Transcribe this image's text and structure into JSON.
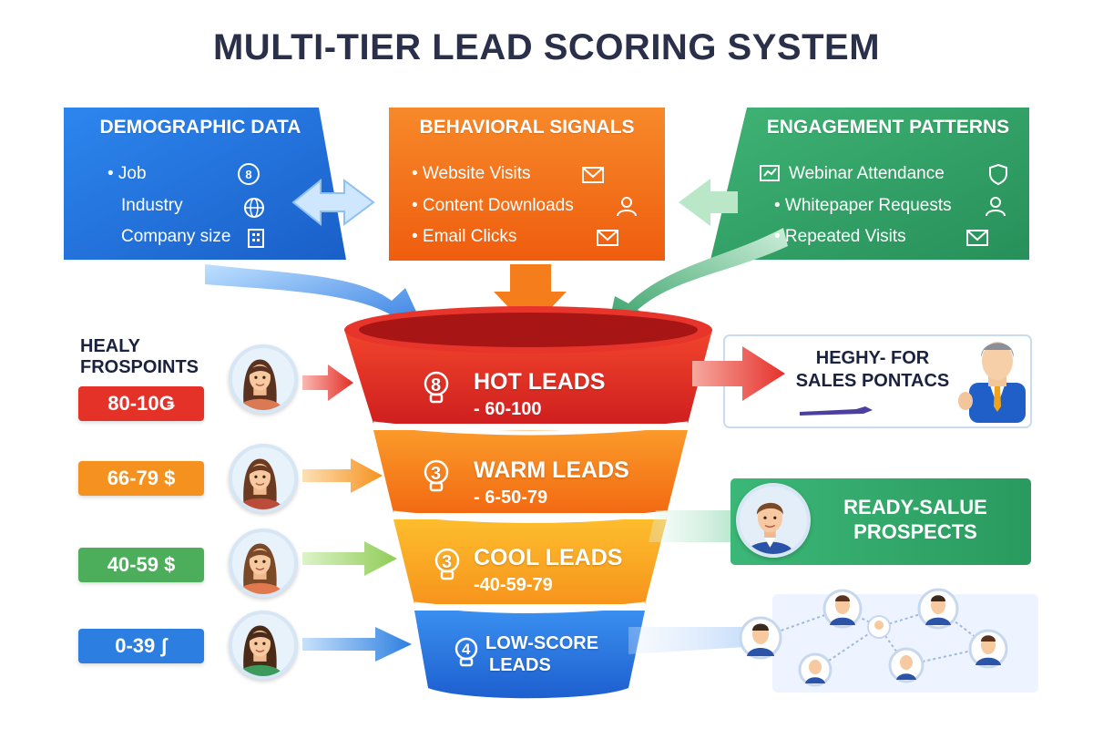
{
  "title": "MULTI-TIER LEAD SCORING SYSTEM",
  "panels": {
    "demographic": {
      "heading": "DEMOGRAPHIC DATA",
      "items": [
        "• Job",
        "Industry",
        "Company size"
      ],
      "color": "#1f6fd6"
    },
    "behavioral": {
      "heading": "BEHAVIORAL SIGNALS",
      "items": [
        "• Website Visits",
        "• Content Downloads",
        "• Email Clicks"
      ],
      "color": "#f26b12"
    },
    "engagement": {
      "heading": "ENGAGEMENT PATTERNS",
      "items": [
        "Webinar Attendance",
        "• Whitepaper Requests",
        "• Repeated Visits"
      ],
      "color": "#2f9d62"
    }
  },
  "left_label": {
    "line1": "HEALY",
    "line2": "FROSPOINTS"
  },
  "ranges": [
    {
      "text": "80-10Ǥ",
      "color": "#e53228"
    },
    {
      "text": "66-79 $",
      "color": "#f5921f"
    },
    {
      "text": "40-59 $",
      "color": "#4cae5a"
    },
    {
      "text": "0-39 ʃ",
      "color": "#2c7fe0"
    }
  ],
  "tiers": [
    {
      "number": "8",
      "title": "HOT LEADS",
      "sub": "- 60-100"
    },
    {
      "number": "3",
      "title": "WARM LEADS",
      "sub": "- 6-50-79"
    },
    {
      "number": "3",
      "title": "COOL LEADS",
      "sub": "-40-59-79"
    },
    {
      "number": "4",
      "title": "LOW-SCORE",
      "sub": "LEADS"
    }
  ],
  "outcomes": {
    "sales": {
      "line1": "HEGHY- FOR",
      "line2": "SALES PONTACS"
    },
    "prospects": {
      "line1": "READY-SALUE",
      "line2": "PROSPECTS"
    }
  },
  "icons": {
    "demographic": [
      "badge-icon",
      "globe-icon",
      "building-icon"
    ],
    "behavioral": [
      "envelope-icon",
      "user-icon",
      "envelope-icon"
    ],
    "engagement": [
      "webinar-icon",
      "user-icon",
      "envelope-icon"
    ]
  }
}
